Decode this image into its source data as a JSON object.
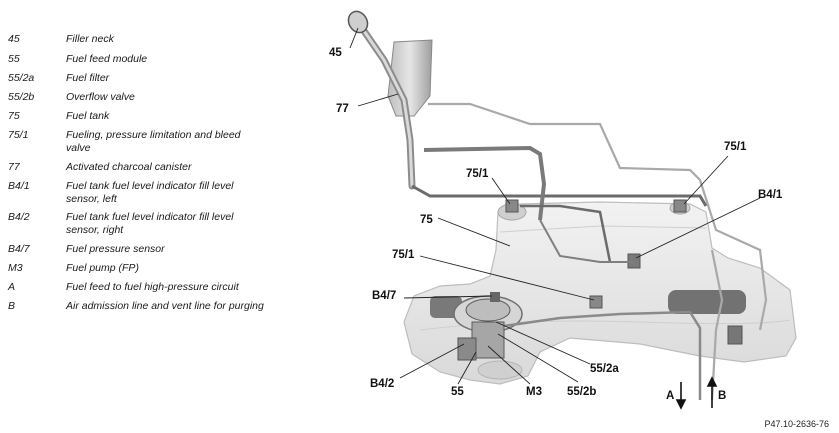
{
  "legend": [
    {
      "code": "45",
      "desc": "Filler neck"
    },
    {
      "code": "55",
      "desc": "Fuel feed module"
    },
    {
      "code": "55/2a",
      "desc": "Fuel filter"
    },
    {
      "code": "55/2b",
      "desc": "Overflow valve"
    },
    {
      "code": "75",
      "desc": "Fuel tank"
    },
    {
      "code": "75/1",
      "desc": "Fueling, pressure limitation and bleed valve"
    },
    {
      "code": "77",
      "desc": "Activated charcoal canister"
    },
    {
      "code": "B4/1",
      "desc": "Fuel tank fuel level indicator fill level sensor, left"
    },
    {
      "code": "B4/2",
      "desc": "Fuel tank fuel level indicator fill level sensor, right"
    },
    {
      "code": "B4/7",
      "desc": "Fuel pressure sensor"
    },
    {
      "code": "M3",
      "desc": "Fuel pump (FP)"
    },
    {
      "code": "A",
      "desc": "Fuel feed to fuel high-pressure circuit"
    },
    {
      "code": "B",
      "desc": "Air admission line and vent line for purging"
    }
  ],
  "callouts": {
    "c45": "45",
    "c77": "77",
    "c751_top": "75/1",
    "c751_right": "75/1",
    "c75": "75",
    "c751_mid": "75/1",
    "cB41": "B4/1",
    "cB47": "B4/7",
    "c552a": "55/2a",
    "cB42": "B4/2",
    "c55": "55",
    "cM3": "M3",
    "c552b": "55/2b",
    "cA": "A",
    "cB": "B"
  },
  "figure_ref": "P47.10-2636-76",
  "colors": {
    "tank_fill": "#e9e9e9",
    "tank_stroke": "#bdbdbd",
    "line_dark": "#6b6b6b",
    "line_light": "#a9a9a9"
  }
}
